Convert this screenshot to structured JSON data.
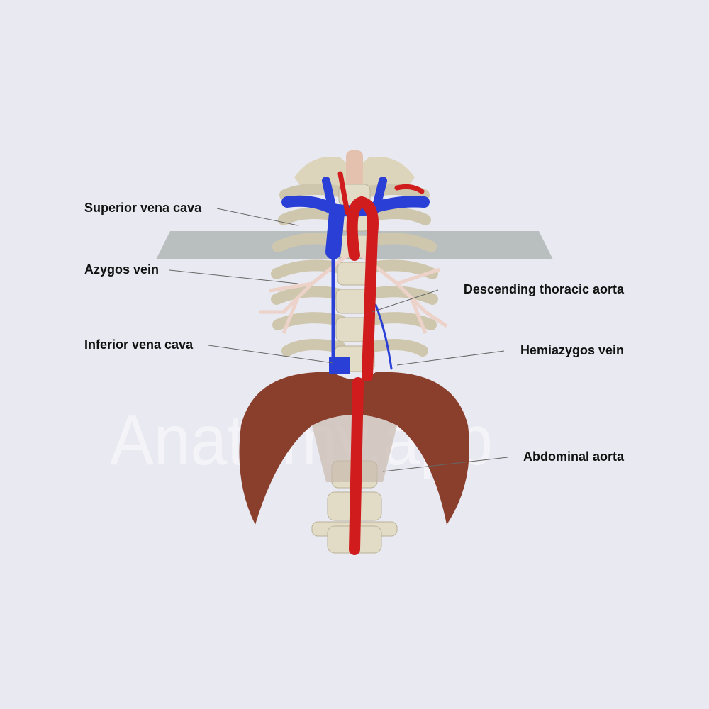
{
  "watermark": "Anatomy.app",
  "labels": {
    "superior_vena_cava": "Superior vena cava",
    "azygos_vein": "Azygos vein",
    "inferior_vena_cava": "Inferior vena cava",
    "descending_thoracic_aorta": "Descending thoracic aorta",
    "hemiazygos_vein": "Hemiazygos vein",
    "abdominal_aorta": "Abdominal aorta"
  },
  "colors": {
    "background": "#e9e9f1",
    "artery": "#d01c1c",
    "vein": "#2a3fd6",
    "bone": "#e2dcc6",
    "muscle": "#8a3f2c",
    "plane": "#b9bfbf"
  }
}
